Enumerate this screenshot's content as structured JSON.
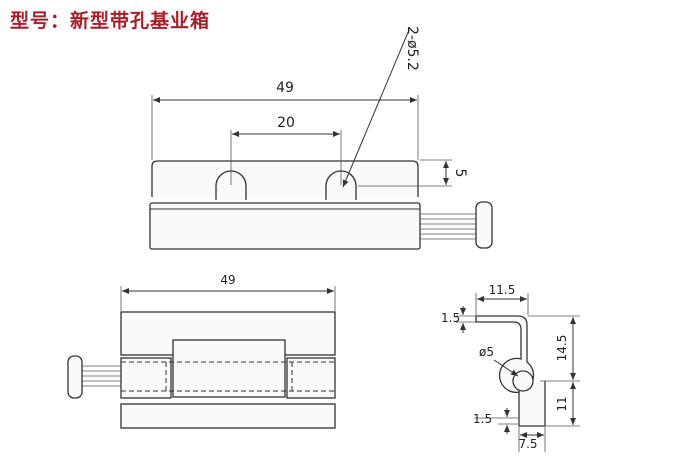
{
  "header": {
    "title": "型号：新型带孔基业箱"
  },
  "dimensions": {
    "top_width": "49",
    "hole_spacing": "20",
    "hole_callout": "2-ø5.2",
    "hole_offset": "5",
    "bottom_width": "49",
    "side_width": "11.5",
    "side_thickness_top": "1.5",
    "side_height_upper": "14.5",
    "side_pin_diameter": "ø5",
    "side_height_lower": "11",
    "side_thickness_bottom": "1.5",
    "side_base_width": "7.5"
  }
}
